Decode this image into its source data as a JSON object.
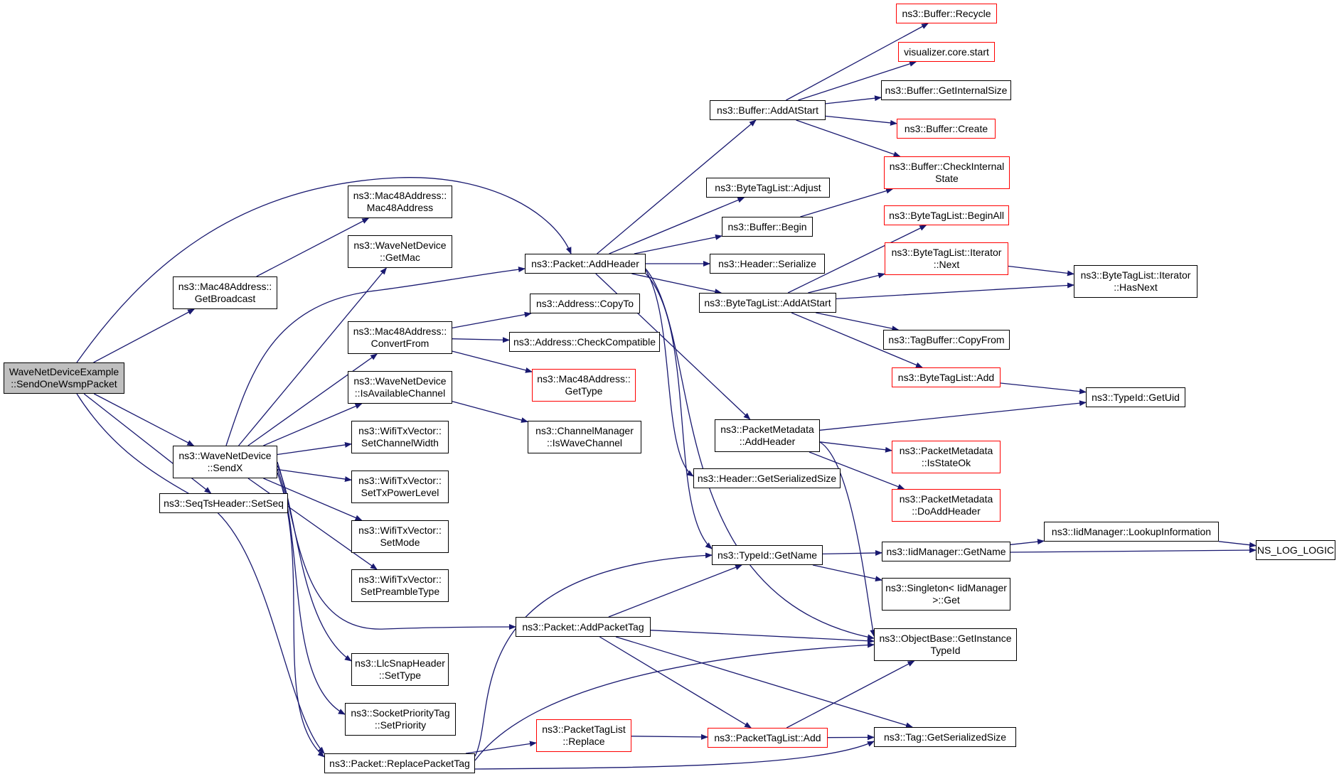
{
  "colors": {
    "edge": "#191970",
    "node_border": "#000000",
    "node_border_incomplete": "#ff0000",
    "root_fill": "#bfbfbf"
  },
  "nodes": [
    {
      "id": "root",
      "lines": [
        "WaveNetDeviceExample",
        "::SendOneWsmpPacket"
      ],
      "style": "root"
    },
    {
      "id": "getbroadcast",
      "lines": [
        "ns3::Mac48Address::",
        "GetBroadcast"
      ],
      "style": "normal"
    },
    {
      "id": "sendx",
      "lines": [
        "ns3::WaveNetDevice",
        "::SendX"
      ],
      "style": "normal"
    },
    {
      "id": "setseq",
      "lines": [
        "ns3::SeqTsHeader::SetSeq"
      ],
      "style": "normal"
    },
    {
      "id": "mac48ctor",
      "lines": [
        "ns3::Mac48Address::",
        "Mac48Address"
      ],
      "style": "normal"
    },
    {
      "id": "getmac",
      "lines": [
        "ns3::WaveNetDevice",
        "::GetMac"
      ],
      "style": "normal"
    },
    {
      "id": "convertfrom",
      "lines": [
        "ns3::Mac48Address::",
        "ConvertFrom"
      ],
      "style": "normal"
    },
    {
      "id": "isavail",
      "lines": [
        "ns3::WaveNetDevice",
        "::IsAvailableChannel"
      ],
      "style": "normal"
    },
    {
      "id": "setchwidth",
      "lines": [
        "ns3::WifiTxVector::",
        "SetChannelWidth"
      ],
      "style": "normal"
    },
    {
      "id": "settxpower",
      "lines": [
        "ns3::WifiTxVector::",
        "SetTxPowerLevel"
      ],
      "style": "normal"
    },
    {
      "id": "setmode",
      "lines": [
        "ns3::WifiTxVector::",
        "SetMode"
      ],
      "style": "normal"
    },
    {
      "id": "setpreamble",
      "lines": [
        "ns3::WifiTxVector::",
        "SetPreambleType"
      ],
      "style": "normal"
    },
    {
      "id": "llcsettype",
      "lines": [
        "ns3::LlcSnapHeader",
        "::SetType"
      ],
      "style": "normal"
    },
    {
      "id": "setpriority",
      "lines": [
        "ns3::SocketPriorityTag",
        "::SetPriority"
      ],
      "style": "normal"
    },
    {
      "id": "replacepkttag",
      "lines": [
        "ns3::Packet::ReplacePacketTag"
      ],
      "style": "normal"
    },
    {
      "id": "addheader",
      "lines": [
        "ns3::Packet::AddHeader"
      ],
      "style": "normal"
    },
    {
      "id": "copyto",
      "lines": [
        "ns3::Address::CopyTo"
      ],
      "style": "normal"
    },
    {
      "id": "checkcompat",
      "lines": [
        "ns3::Address::CheckCompatible"
      ],
      "style": "normal"
    },
    {
      "id": "mac48gettype",
      "lines": [
        "ns3::Mac48Address::",
        "GetType"
      ],
      "style": "incomplete"
    },
    {
      "id": "iswavech",
      "lines": [
        "ns3::ChannelManager",
        "::IsWaveChannel"
      ],
      "style": "normal"
    },
    {
      "id": "addpkttag",
      "lines": [
        "ns3::Packet::AddPacketTag"
      ],
      "style": "normal"
    },
    {
      "id": "ptlreplace",
      "lines": [
        "ns3::PacketTagList",
        "::Replace"
      ],
      "style": "incomplete"
    },
    {
      "id": "bufaddatstart",
      "lines": [
        "ns3::Buffer::AddAtStart"
      ],
      "style": "normal"
    },
    {
      "id": "btladjust",
      "lines": [
        "ns3::ByteTagList::Adjust"
      ],
      "style": "normal"
    },
    {
      "id": "bufbegin",
      "lines": [
        "ns3::Buffer::Begin"
      ],
      "style": "normal"
    },
    {
      "id": "hdrserialize",
      "lines": [
        "ns3::Header::Serialize"
      ],
      "style": "normal"
    },
    {
      "id": "btladdatstart",
      "lines": [
        "ns3::ByteTagList::AddAtStart"
      ],
      "style": "normal"
    },
    {
      "id": "pmaddheader",
      "lines": [
        "ns3::PacketMetadata",
        "::AddHeader"
      ],
      "style": "normal"
    },
    {
      "id": "hdrgetsersize",
      "lines": [
        "ns3::Header::GetSerializedSize"
      ],
      "style": "normal"
    },
    {
      "id": "typeidgetname",
      "lines": [
        "ns3::TypeId::GetName"
      ],
      "style": "normal"
    },
    {
      "id": "ptladd",
      "lines": [
        "ns3::PacketTagList::Add"
      ],
      "style": "incomplete"
    },
    {
      "id": "bufrecycle",
      "lines": [
        "ns3::Buffer::Recycle"
      ],
      "style": "incomplete"
    },
    {
      "id": "vizstart",
      "lines": [
        "visualizer.core.start"
      ],
      "style": "incomplete"
    },
    {
      "id": "bufgetinternal",
      "lines": [
        "ns3::Buffer::GetInternalSize"
      ],
      "style": "normal"
    },
    {
      "id": "bufcreate",
      "lines": [
        "ns3::Buffer::Create"
      ],
      "style": "incomplete"
    },
    {
      "id": "bufcheckinternal",
      "lines": [
        "ns3::Buffer::CheckInternal",
        "State"
      ],
      "style": "incomplete"
    },
    {
      "id": "btlbeginall",
      "lines": [
        "ns3::ByteTagList::BeginAll"
      ],
      "style": "incomplete"
    },
    {
      "id": "btlitnext",
      "lines": [
        "ns3::ByteTagList::Iterator",
        "::Next"
      ],
      "style": "incomplete"
    },
    {
      "id": "tagbufcopyfrom",
      "lines": [
        "ns3::TagBuffer::CopyFrom"
      ],
      "style": "normal"
    },
    {
      "id": "btladd",
      "lines": [
        "ns3::ByteTagList::Add"
      ],
      "style": "incomplete"
    },
    {
      "id": "pmisstateok",
      "lines": [
        "ns3::PacketMetadata",
        "::IsStateOk"
      ],
      "style": "incomplete"
    },
    {
      "id": "pmdoaddheader",
      "lines": [
        "ns3::PacketMetadata",
        "::DoAddHeader"
      ],
      "style": "incomplete"
    },
    {
      "id": "iidgetname",
      "lines": [
        "ns3::IidManager::GetName"
      ],
      "style": "normal"
    },
    {
      "id": "singletonget",
      "lines": [
        "ns3::Singleton< IidManager",
        ">::Get"
      ],
      "style": "normal"
    },
    {
      "id": "objgetinstance",
      "lines": [
        "ns3::ObjectBase::GetInstance",
        "TypeId"
      ],
      "style": "normal"
    },
    {
      "id": "taggetsersize",
      "lines": [
        "ns3::Tag::GetSerializedSize"
      ],
      "style": "normal"
    },
    {
      "id": "btlithasnext",
      "lines": [
        "ns3::ByteTagList::Iterator",
        "::HasNext"
      ],
      "style": "normal"
    },
    {
      "id": "typeidgetuid",
      "lines": [
        "ns3::TypeId::GetUid"
      ],
      "style": "normal"
    },
    {
      "id": "iidlookup",
      "lines": [
        "ns3::IidManager::LookupInformation"
      ],
      "style": "normal"
    },
    {
      "id": "nslog",
      "lines": [
        "NS_LOG_LOGIC"
      ],
      "style": "normal"
    }
  ],
  "edges": [
    [
      "root",
      "getbroadcast"
    ],
    [
      "root",
      "sendx"
    ],
    [
      "root",
      "setseq"
    ],
    [
      "root",
      "addheader"
    ],
    [
      "root",
      "replacepkttag"
    ],
    [
      "getbroadcast",
      "mac48ctor"
    ],
    [
      "sendx",
      "getmac"
    ],
    [
      "sendx",
      "addheader"
    ],
    [
      "sendx",
      "convertfrom"
    ],
    [
      "sendx",
      "isavail"
    ],
    [
      "sendx",
      "setchwidth"
    ],
    [
      "sendx",
      "settxpower"
    ],
    [
      "sendx",
      "setmode"
    ],
    [
      "sendx",
      "setpreamble"
    ],
    [
      "sendx",
      "addpkttag"
    ],
    [
      "sendx",
      "llcsettype"
    ],
    [
      "sendx",
      "setpriority"
    ],
    [
      "sendx",
      "replacepkttag"
    ],
    [
      "convertfrom",
      "copyto"
    ],
    [
      "convertfrom",
      "checkcompat"
    ],
    [
      "convertfrom",
      "mac48gettype"
    ],
    [
      "isavail",
      "iswavech"
    ],
    [
      "addheader",
      "bufaddatstart"
    ],
    [
      "addheader",
      "btladjust"
    ],
    [
      "addheader",
      "bufbegin"
    ],
    [
      "addheader",
      "hdrserialize"
    ],
    [
      "addheader",
      "btladdatstart"
    ],
    [
      "addheader",
      "pmaddheader"
    ],
    [
      "addheader",
      "hdrgetsersize"
    ],
    [
      "addheader",
      "typeidgetname"
    ],
    [
      "addheader",
      "objgetinstance"
    ],
    [
      "bufaddatstart",
      "bufrecycle"
    ],
    [
      "bufaddatstart",
      "vizstart"
    ],
    [
      "bufaddatstart",
      "bufgetinternal"
    ],
    [
      "bufaddatstart",
      "bufcreate"
    ],
    [
      "bufaddatstart",
      "bufcheckinternal"
    ],
    [
      "bufbegin",
      "bufcheckinternal"
    ],
    [
      "btladdatstart",
      "btlbeginall"
    ],
    [
      "btladdatstart",
      "btlitnext"
    ],
    [
      "btladdatstart",
      "btlithasnext"
    ],
    [
      "btladdatstart",
      "tagbufcopyfrom"
    ],
    [
      "btladdatstart",
      "btladd"
    ],
    [
      "btlitnext",
      "btlithasnext"
    ],
    [
      "btladd",
      "typeidgetuid"
    ],
    [
      "pmaddheader",
      "typeidgetuid"
    ],
    [
      "pmaddheader",
      "pmisstateok"
    ],
    [
      "pmaddheader",
      "pmdoaddheader"
    ],
    [
      "pmaddheader",
      "objgetinstance"
    ],
    [
      "typeidgetname",
      "iidgetname"
    ],
    [
      "typeidgetname",
      "singletonget"
    ],
    [
      "iidgetname",
      "iidlookup"
    ],
    [
      "iidgetname",
      "nslog"
    ],
    [
      "iidlookup",
      "nslog"
    ],
    [
      "addpkttag",
      "typeidgetname"
    ],
    [
      "addpkttag",
      "objgetinstance"
    ],
    [
      "addpkttag",
      "ptladd"
    ],
    [
      "addpkttag",
      "taggetsersize"
    ],
    [
      "replacepkttag",
      "typeidgetname"
    ],
    [
      "replacepkttag",
      "objgetinstance"
    ],
    [
      "replacepkttag",
      "ptlreplace"
    ],
    [
      "replacepkttag",
      "taggetsersize"
    ],
    [
      "ptlreplace",
      "ptladd"
    ],
    [
      "ptladd",
      "objgetinstance"
    ],
    [
      "ptladd",
      "taggetsersize"
    ]
  ]
}
